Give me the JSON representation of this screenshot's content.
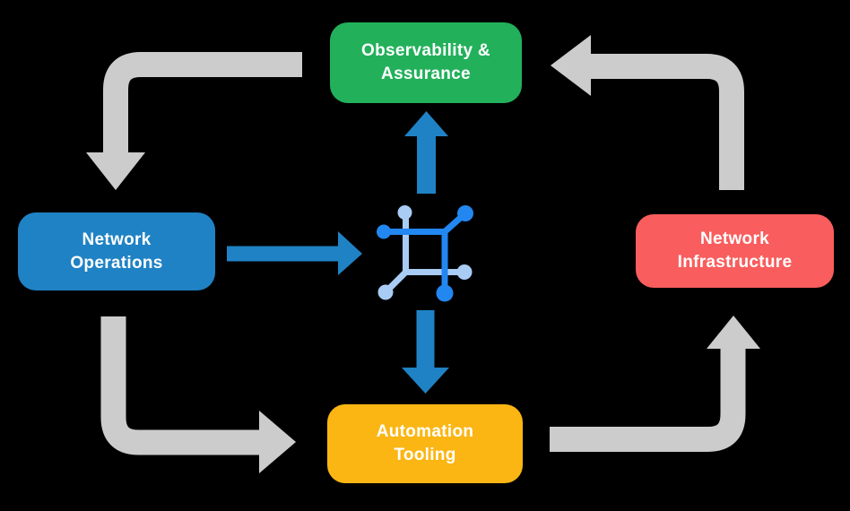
{
  "diagram": {
    "nodes": {
      "observability": {
        "label": "Observability &\nAssurance",
        "color": "#23B05B"
      },
      "operations": {
        "label": "Network\nOperations",
        "color": "#1F82C4"
      },
      "infrastructure": {
        "label": "Network\nInfrastructure",
        "color": "#F95D5D"
      },
      "automation": {
        "label": "Automation\nTooling",
        "color": "#FBB614"
      }
    },
    "colors": {
      "background": "#000000",
      "cycle_gray": "#CCCCCC",
      "flow_blue": "#1F82C4",
      "icon_dark_blue": "#2287F0",
      "icon_light_blue": "#A9CCF5",
      "label_text": "#FFFFFF"
    },
    "center_icon": "network-automation-icon",
    "flows": {
      "outer_cycle": [
        {
          "from": "Observability & Assurance",
          "to": "Network Operations"
        },
        {
          "from": "Network Operations",
          "to": "Automation Tooling"
        },
        {
          "from": "Automation Tooling",
          "to": "Network Infrastructure"
        },
        {
          "from": "Network Infrastructure",
          "to": "Observability & Assurance"
        }
      ],
      "center_flows": [
        {
          "from": "Network Operations",
          "to": "center-icon"
        },
        {
          "from": "center-icon",
          "to": "Observability & Assurance"
        },
        {
          "from": "center-icon",
          "to": "Automation Tooling"
        }
      ]
    }
  }
}
